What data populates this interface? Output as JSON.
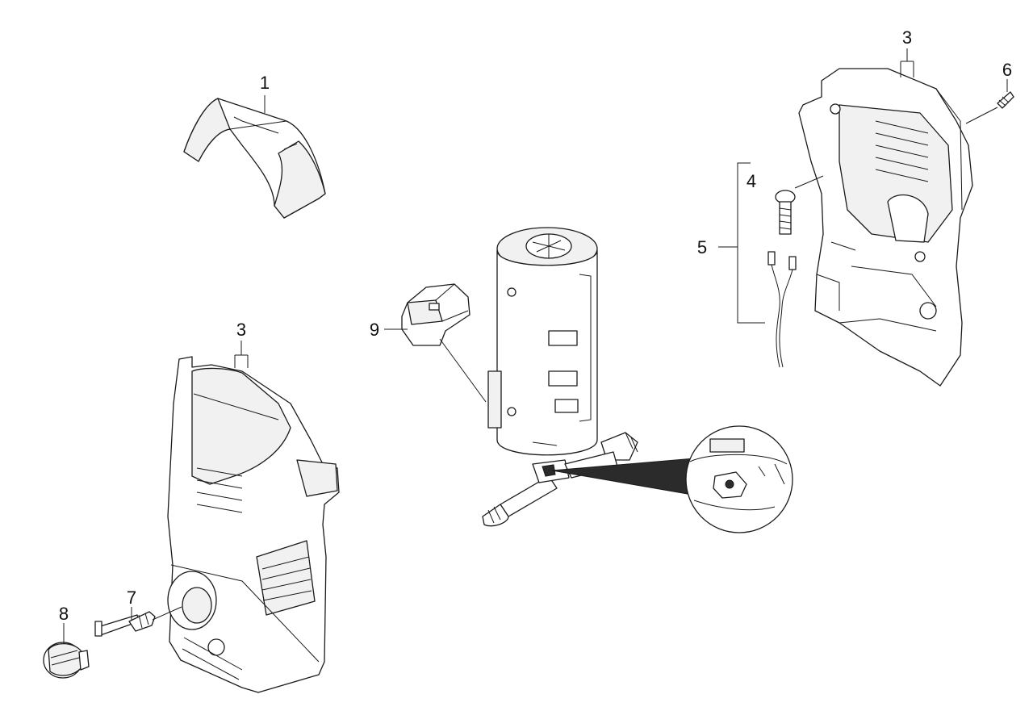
{
  "diagram": {
    "callouts": [
      {
        "id": "1",
        "label": "1"
      },
      {
        "id": "3a",
        "label": "3"
      },
      {
        "id": "3b",
        "label": "3"
      },
      {
        "id": "4",
        "label": "4"
      },
      {
        "id": "5",
        "label": "5"
      },
      {
        "id": "6",
        "label": "6"
      },
      {
        "id": "7",
        "label": "7"
      },
      {
        "id": "8",
        "label": "8"
      },
      {
        "id": "9",
        "label": "9"
      }
    ]
  }
}
